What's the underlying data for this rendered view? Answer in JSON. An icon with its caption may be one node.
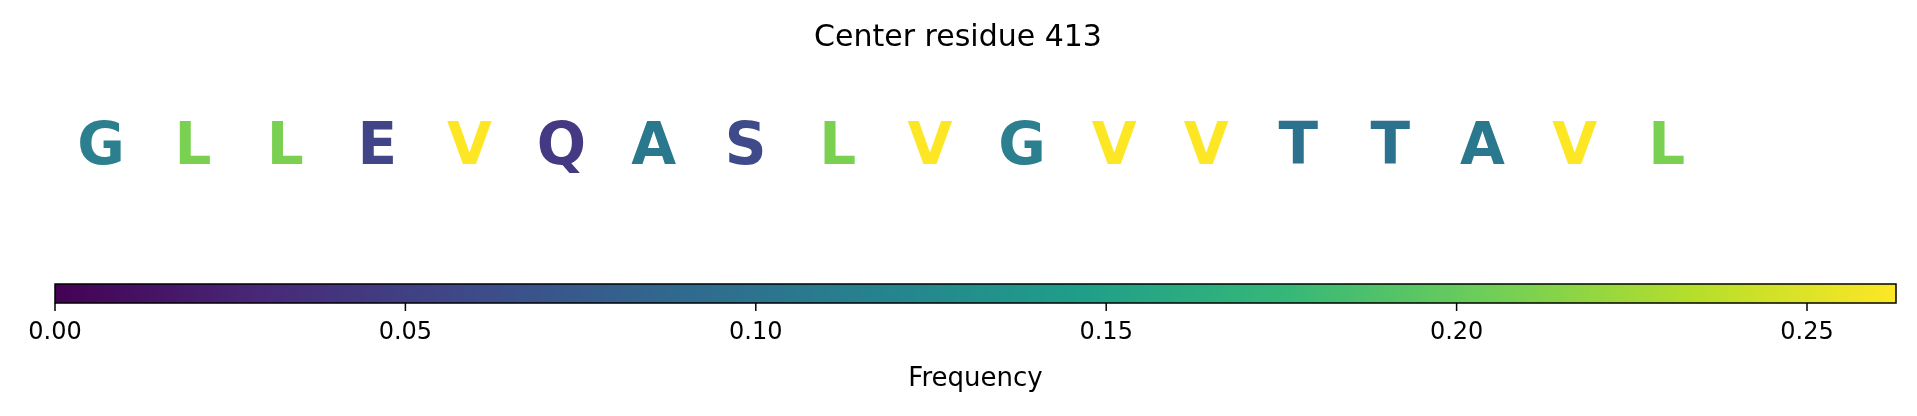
{
  "diagram": {
    "title": "Center residue 413",
    "labels": [
      "G",
      "L",
      "L",
      "E",
      "V",
      "Q",
      "A",
      "S",
      "L",
      "V",
      "G",
      "V",
      "V",
      "T",
      "T",
      "A",
      "V",
      "L",
      "0.00",
      "0.05",
      "0.10",
      "0.15",
      "0.20",
      "0.25",
      "Frequency"
    ]
  }
}
